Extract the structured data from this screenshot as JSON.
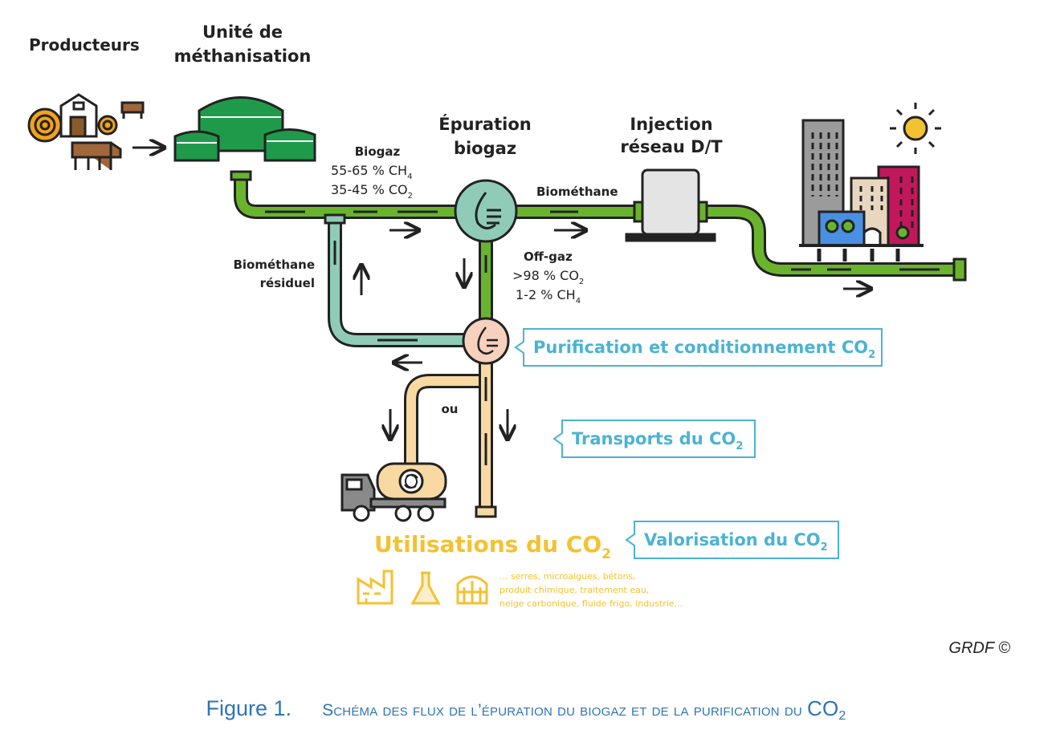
{
  "nodes": {
    "producteurs": "Producteurs",
    "methanisation_l1": "Unité de",
    "methanisation_l2": "méthanisation",
    "epuration_l1": "Épuration",
    "epuration_l2": "biogaz",
    "injection_l1": "Injection",
    "injection_l2": "réseau D/T"
  },
  "flows": {
    "biogaz_title": "Biogaz",
    "biogaz_ch4": "55-65 % CH",
    "biogaz_co2": "35-45 % CO",
    "sub4": "4",
    "sub2": "2",
    "biomethane": "Biométhane",
    "residuel_l1": "Biométhane",
    "residuel_l2": "résiduel",
    "offgaz_title": "Off-gaz",
    "offgaz_co2": ">98 % CO",
    "offgaz_ch4": "1-2 % CH",
    "ou": "ou"
  },
  "callouts": {
    "purification": "Purification et conditionnement CO",
    "transports": "Transports du CO",
    "valorisation": "Valorisation du CO"
  },
  "uses": {
    "title": "Utilisations du CO",
    "line1": "... serres, microalgues, bétons,",
    "line2": "produit chimique, traitement eau,",
    "line3": "neige carbonique, fluide frigo, industrie..."
  },
  "colors": {
    "green": "#6ab42d",
    "dark_green": "#1f9a4b",
    "teal": "#8fcbb6",
    "cream": "#f7d9a1",
    "callout": "#4ab3d3",
    "yellow": "#f3c232",
    "caption": "#2e74b5"
  },
  "credit": "GRDF ©",
  "caption": {
    "number": "Figure 1.",
    "text": "Schéma des flux de l’épuration du biogaz et de la purification du",
    "co2": "CO",
    "co2_sub": "2"
  }
}
